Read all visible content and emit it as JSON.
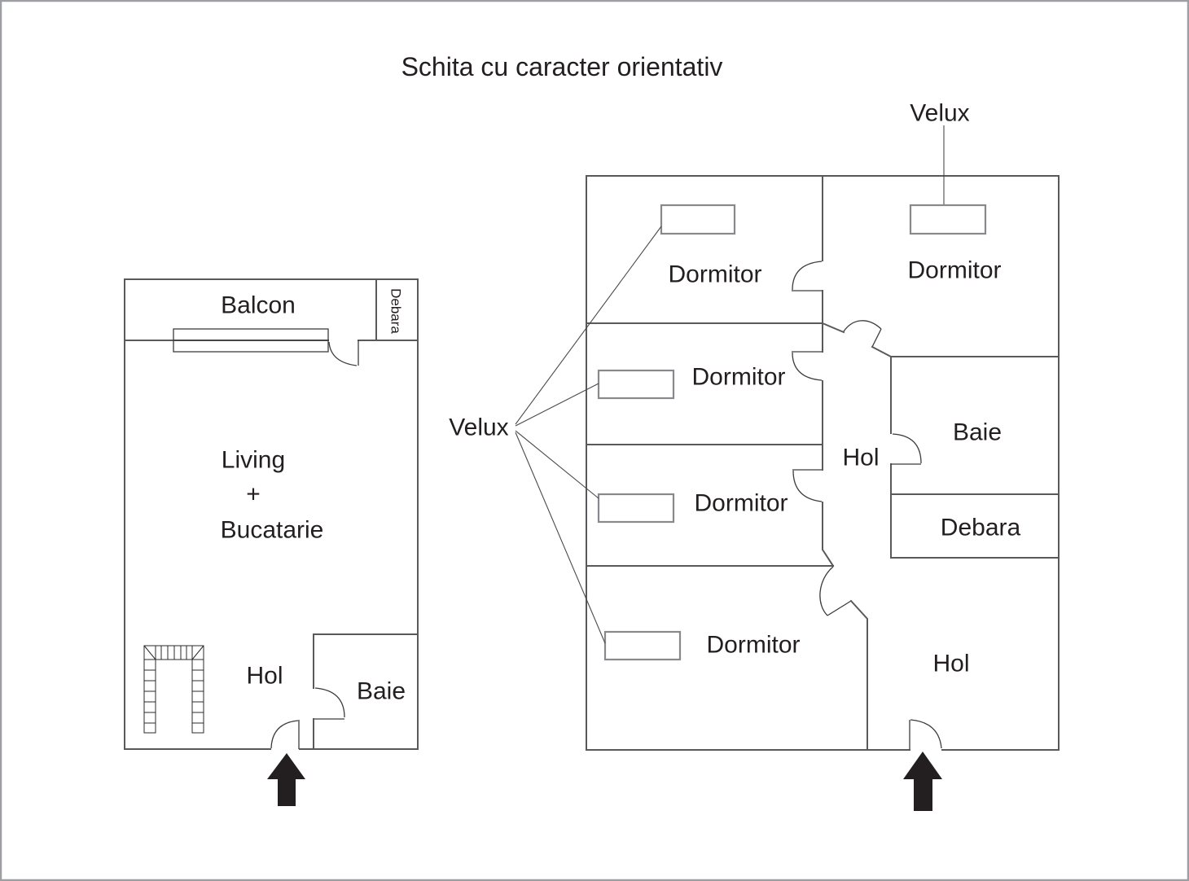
{
  "title": "Schita cu caracter orientativ",
  "colors": {
    "wall_color": "#58595b",
    "door_color": "#3c3c3b",
    "window_color": "#87898c",
    "text_color": "#231f20",
    "arrow_color": "#231f20",
    "thin_line_color": "#4a4a4b",
    "page_border_color": "#9d9fa2",
    "page_bg": "#ffffff"
  },
  "left_plan": {
    "balcon": "Balcon",
    "debara": "Debara",
    "living_line1": "Living",
    "living_line2": "+",
    "living_line3": "Bucatarie",
    "hol": "Hol",
    "baie": "Baie"
  },
  "right_plan": {
    "velux_top_label": "Velux",
    "velux_left_label": "Velux",
    "dormitor_top_left": "Dormitor",
    "dormitor_top_right": "Dormitor",
    "dormitor_mid_upper": "Dormitor",
    "dormitor_mid_lower": "Dormitor",
    "dormitor_bottom": "Dormitor",
    "hol_upper": "Hol",
    "hol_lower": "Hol",
    "baie": "Baie",
    "debara": "Debara"
  }
}
